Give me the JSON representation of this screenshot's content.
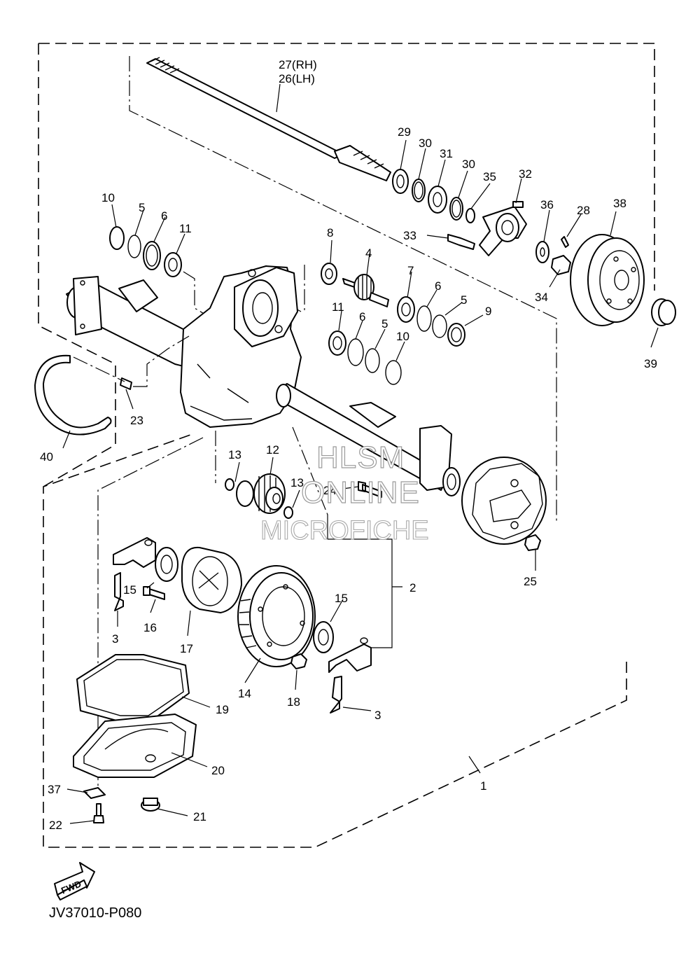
{
  "diagram_code": "JV37010-P080",
  "fwd_label": "FWD",
  "watermark": [
    "HLSM",
    "ONLINE",
    "MICROFICHE"
  ],
  "callouts": {
    "c1": "1",
    "c2": "2",
    "c3a": "3",
    "c3b": "3",
    "c4": "4",
    "c5a": "5",
    "c5b": "5",
    "c5c": "5",
    "c6a": "6",
    "c6b": "6",
    "c6c": "6",
    "c7": "7",
    "c8": "8",
    "c9": "9",
    "c10a": "10",
    "c10b": "10",
    "c11a": "11",
    "c11b": "11",
    "c12": "12",
    "c13a": "13",
    "c13b": "13",
    "c14": "14",
    "c15a": "15",
    "c15b": "15",
    "c16": "16",
    "c17": "17",
    "c18": "18",
    "c19": "19",
    "c20": "20",
    "c21": "21",
    "c22": "22",
    "c23": "23",
    "c24": "24",
    "c25": "25",
    "c26": "26(LH)",
    "c27": "27(RH)",
    "c28": "28",
    "c29": "29",
    "c30a": "30",
    "c30b": "30",
    "c31": "31",
    "c32": "32",
    "c33": "33",
    "c34": "34",
    "c35": "35",
    "c36": "36",
    "c37": "37",
    "c38": "38",
    "c39": "39",
    "c40": "40"
  }
}
